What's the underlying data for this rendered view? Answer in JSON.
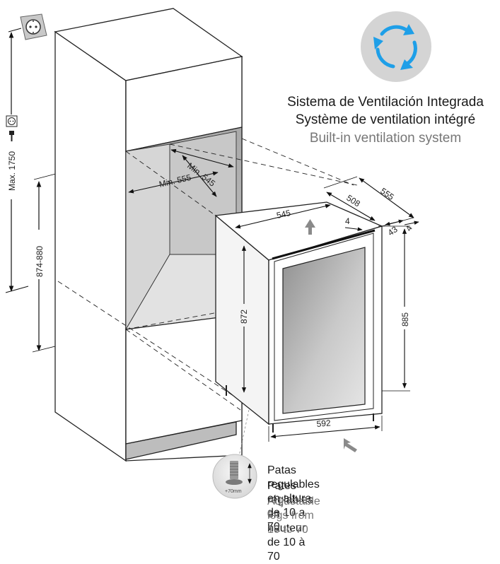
{
  "ventilation": {
    "lines": [
      "Sistema de Ventilación Integrada",
      "Système de ventilation intégré",
      "Built-in ventilation system"
    ]
  },
  "legs": {
    "lines": [
      "Patas regulables en altura de 10 a 70",
      "Pates réglables en hauteur de 10 à 70",
      "Adjustable legs from 10 to 70"
    ],
    "inset_label": "+70mm"
  },
  "dimensions": {
    "max_height": "Max. 1750",
    "niche_height": "874-880",
    "min_width": "Min. 555",
    "min_depth": "Min. 545",
    "appliance_width_top": "545",
    "depth_508": "508",
    "depth_555": "555",
    "gap_4_left": "4",
    "gap_43": "43",
    "gap_4_right": "4",
    "appliance_height_872": "872",
    "appliance_height_885": "885",
    "appliance_width_592": "592"
  },
  "colors": {
    "ventilation_arrows": "#1e9fe8",
    "ventilation_disc": "#d4d4d4",
    "cabinet_line": "#222222",
    "cavity_fill": "#b3b3b3",
    "appliance_side": "#f2f2f2",
    "glass": "#b8b8b8"
  },
  "icons": [
    "wall-socket-icon",
    "power-plug-icon",
    "ventilation-cycle-icon",
    "airflow-arrow-icon",
    "adjustable-leg-icon"
  ]
}
